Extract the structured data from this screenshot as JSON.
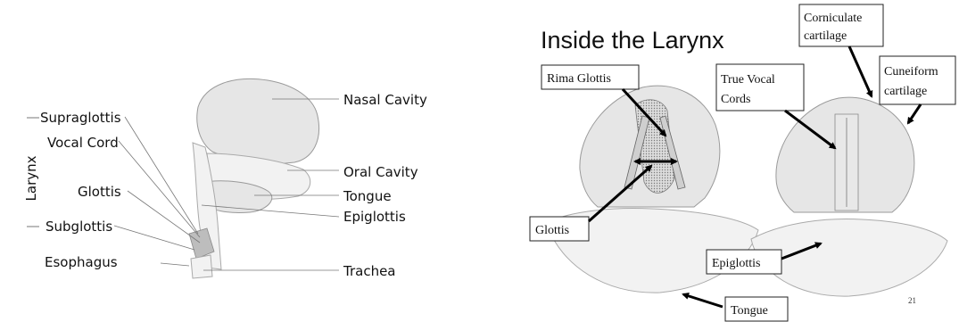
{
  "left_diagram": {
    "larynx_label": "Larynx",
    "labels": {
      "supraglottis": "Supraglottis",
      "vocal_cord": "Vocal Cord",
      "glottis": "Glottis",
      "subglottis": "Subglottis",
      "esophagus": "Esophagus",
      "nasal_cavity": "Nasal Cavity",
      "oral_cavity": "Oral Cavity",
      "tongue": "Tongue",
      "epiglottis": "Epiglottis",
      "trachea": "Trachea"
    }
  },
  "right_diagram": {
    "title": "Inside the Larynx",
    "labels": {
      "rima_glottis": "Rima Glottis",
      "true_vocal_cords_1": "True Vocal",
      "true_vocal_cords_2": "Cords",
      "corniculate_1": "Corniculate",
      "corniculate_2": "cartilage",
      "cuneiform_1": "Cuneiform",
      "cuneiform_2": "cartilage",
      "glottis": "Glottis",
      "epiglottis": "Epiglottis",
      "tongue": "Tongue"
    },
    "page_number": "21"
  }
}
